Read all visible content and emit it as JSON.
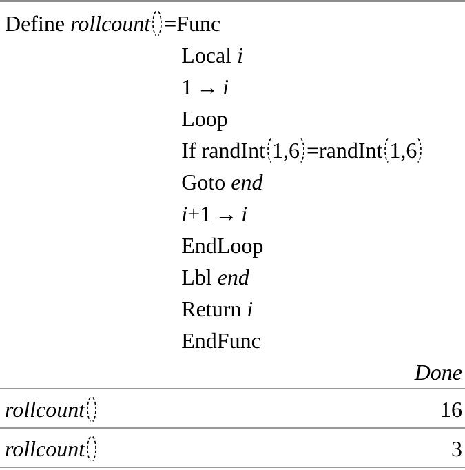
{
  "program": {
    "define": [
      {
        "t": "Define ",
        "s": "r"
      },
      {
        "t": "rollcount",
        "s": "i"
      },
      {
        "s": "po"
      },
      {
        "s": "pc"
      },
      {
        "t": "=",
        "s": "r"
      }
    ],
    "body": [
      [
        {
          "t": "Func",
          "s": "r"
        }
      ],
      [
        {
          "t": "Local ",
          "s": "r"
        },
        {
          "t": "i",
          "s": "i"
        }
      ],
      [
        {
          "t": "1",
          "s": "r"
        },
        {
          "t": "→",
          "s": "arrow"
        },
        {
          "t": "i",
          "s": "i"
        }
      ],
      [
        {
          "t": "Loop",
          "s": "r"
        }
      ],
      [
        {
          "t": "If randInt",
          "s": "r"
        },
        {
          "s": "po"
        },
        {
          "t": "1,6",
          "s": "r"
        },
        {
          "s": "pc"
        },
        {
          "t": "=randInt",
          "s": "r"
        },
        {
          "s": "po"
        },
        {
          "t": "1,6",
          "s": "r"
        },
        {
          "s": "pc"
        }
      ],
      [
        {
          "t": "Goto ",
          "s": "r"
        },
        {
          "t": "end",
          "s": "i"
        }
      ],
      [
        {
          "t": "i",
          "s": "i"
        },
        {
          "t": "+1",
          "s": "r"
        },
        {
          "t": "→",
          "s": "arrow"
        },
        {
          "t": "i",
          "s": "i"
        }
      ],
      [
        {
          "t": "EndLoop",
          "s": "r"
        }
      ],
      [
        {
          "t": "Lbl ",
          "s": "r"
        },
        {
          "t": "end",
          "s": "i"
        }
      ],
      [
        {
          "t": "Return ",
          "s": "r"
        },
        {
          "t": "i",
          "s": "i"
        }
      ],
      [
        {
          "t": "EndFunc",
          "s": "r"
        }
      ]
    ],
    "status": "Done"
  },
  "history": [
    {
      "expr": [
        {
          "t": "rollcount",
          "s": "i"
        },
        {
          "s": "po"
        },
        {
          "s": "pc"
        }
      ],
      "result": "16"
    },
    {
      "expr": [
        {
          "t": "rollcount",
          "s": "i"
        },
        {
          "s": "po"
        },
        {
          "s": "pc"
        }
      ],
      "result": "3"
    }
  ],
  "colors": {
    "text": "#000000",
    "separator": "#999999",
    "top_border": "#8c8c8c",
    "background": "#ffffff"
  }
}
